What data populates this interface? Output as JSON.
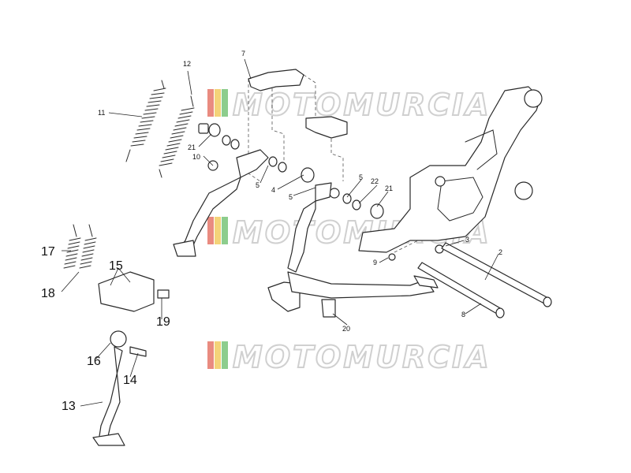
{
  "watermark": {
    "text": "MOTOMURCIA",
    "colors": [
      "#e05a4a",
      "#f0c040",
      "#5cb85c",
      "#d9d9d9"
    ]
  },
  "callouts": [
    {
      "id": "1",
      "text": "11"
    },
    {
      "id": "2",
      "text": "12"
    },
    {
      "id": "3",
      "text": "7"
    },
    {
      "id": "4",
      "text": "21"
    },
    {
      "id": "5",
      "text": "10"
    },
    {
      "id": "6",
      "text": "5"
    },
    {
      "id": "7",
      "text": "4"
    },
    {
      "id": "8",
      "text": "5"
    },
    {
      "id": "9",
      "text": "5"
    },
    {
      "id": "10",
      "text": "22"
    },
    {
      "id": "11",
      "text": "21"
    },
    {
      "id": "12",
      "text": "3"
    },
    {
      "id": "13",
      "text": "2"
    },
    {
      "id": "14",
      "text": "9"
    },
    {
      "id": "15",
      "text": "8"
    },
    {
      "id": "16",
      "text": "20"
    }
  ],
  "callouts_large": [
    {
      "id": "17",
      "text": "17"
    },
    {
      "id": "18",
      "text": "18"
    },
    {
      "id": "19",
      "text": "15"
    },
    {
      "id": "20",
      "text": "19"
    },
    {
      "id": "21",
      "text": "16"
    },
    {
      "id": "22",
      "text": "14"
    },
    {
      "id": "23",
      "text": "13"
    }
  ]
}
